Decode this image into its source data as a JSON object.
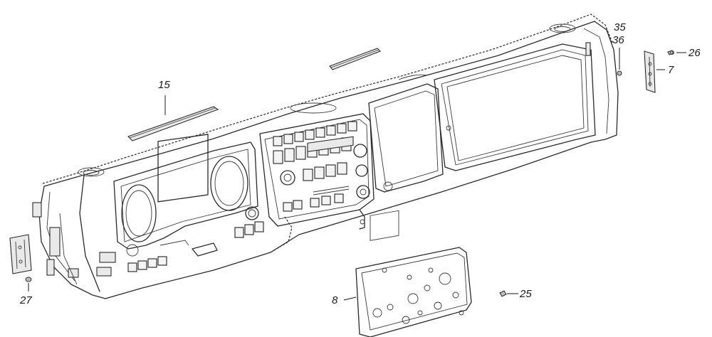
{
  "callouts": {
    "c15": "15",
    "c35": "35",
    "c36": "36",
    "c26": "26",
    "c7": "7",
    "c27": "27",
    "c8": "8",
    "c25": "25"
  }
}
